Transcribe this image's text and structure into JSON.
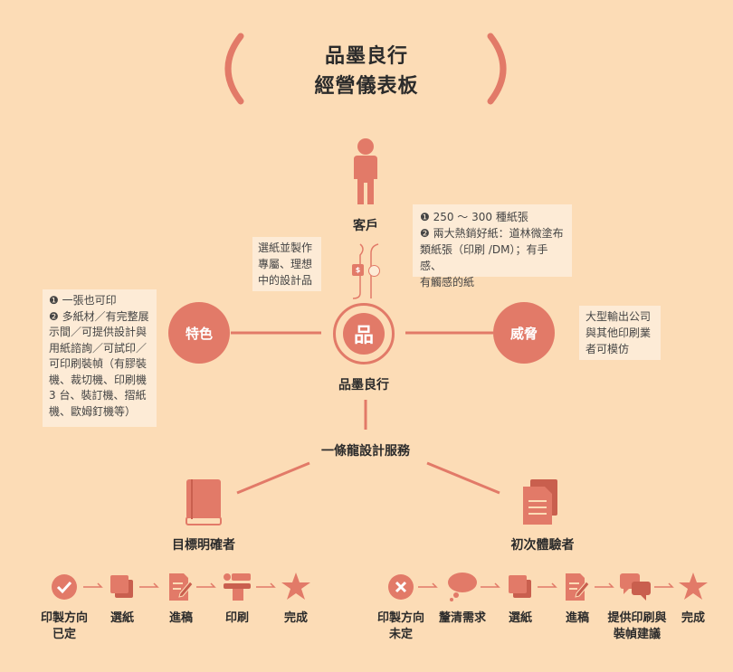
{
  "title": {
    "line1": "品墨良行",
    "line2": "經營儀表板"
  },
  "customer": {
    "label": "客戶"
  },
  "customer_notes": {
    "line1": "❶ 250 ～ 300 種紙張",
    "line2": "❷ 兩大熱銷好紙：道林微塗布",
    "line3": "類紙張（印刷 /DM）；有手感、",
    "line4": "有觸感的紙"
  },
  "service_note": {
    "line1": "選紙並製作",
    "line2": "專屬、理想",
    "line3": "中的設計品"
  },
  "payment_symbol": "$",
  "center": {
    "logo_char": "品",
    "label": "品墨良行"
  },
  "feature": {
    "label": "特色",
    "notes": [
      "❶ 一張也可印",
      "❷ 多紙材／有完整展",
      "示間／可提供設計與",
      "用紙諮詢／可試印／",
      "可印刷裝幀（有膠裝",
      "機、裁切機、印刷機",
      "3 台、裝訂機、摺紙",
      "機、歐姆釘機等）"
    ]
  },
  "threat": {
    "label": "威脅",
    "notes": [
      "大型輸出公司",
      "與其他印刷業",
      "者可模仿"
    ]
  },
  "service": {
    "label": "一條龍設計服務"
  },
  "segment_left": {
    "label": "目標明確者",
    "steps": [
      {
        "label": "印製方向",
        "label2": "已定",
        "icon": "check-circle-icon"
      },
      {
        "label": "選紙",
        "label2": "",
        "icon": "paper-stack-icon"
      },
      {
        "label": "進稿",
        "label2": "",
        "icon": "document-edit-icon"
      },
      {
        "label": "印刷",
        "label2": "",
        "icon": "printer-icon"
      },
      {
        "label": "完成",
        "label2": "",
        "icon": "star-icon"
      }
    ]
  },
  "segment_right": {
    "label": "初次體驗者",
    "steps": [
      {
        "label": "印製方向",
        "label2": "未定",
        "icon": "x-circle-icon"
      },
      {
        "label": "釐清需求",
        "label2": "",
        "icon": "thought-bubble-icon"
      },
      {
        "label": "選紙",
        "label2": "",
        "icon": "paper-stack-icon"
      },
      {
        "label": "進稿",
        "label2": "",
        "icon": "document-edit-icon"
      },
      {
        "label": "提供印刷與",
        "label2": "裝幀建議",
        "icon": "chat-bubbles-icon"
      },
      {
        "label": "完成",
        "label2": "",
        "icon": "star-icon"
      }
    ]
  },
  "colors": {
    "accent": "#e27a68",
    "background": "#fcdcb6",
    "note_bg": "#fdebd6"
  }
}
